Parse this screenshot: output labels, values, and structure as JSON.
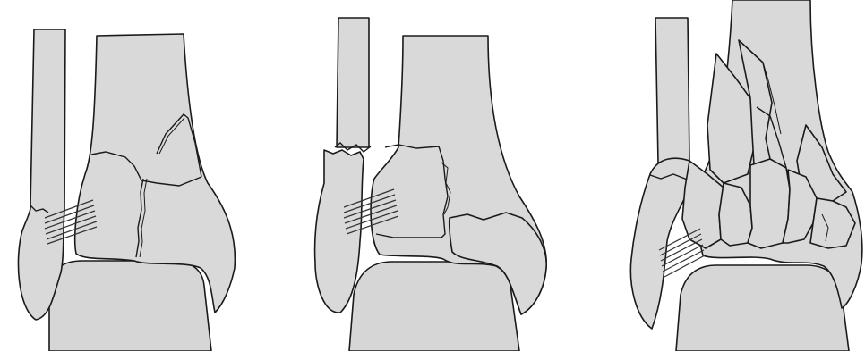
{
  "figure": {
    "panels": [
      {
        "id": "panel-1"
      },
      {
        "id": "panel-2"
      },
      {
        "id": "panel-3"
      }
    ],
    "colors": {
      "bone_fill": "#d9d9d9",
      "outline": "#1a1a1a",
      "background": "#ffffff"
    }
  }
}
